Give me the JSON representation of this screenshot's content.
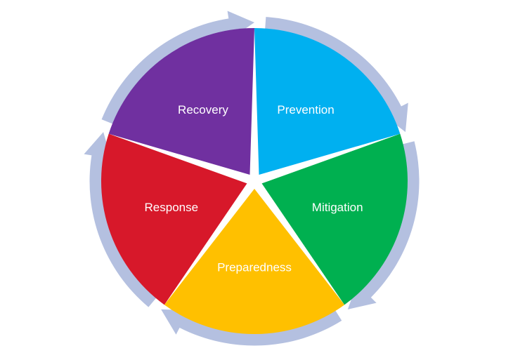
{
  "diagram": {
    "segments": [
      {
        "id": "prevention",
        "label": "Prevention",
        "color": "#00B0F0"
      },
      {
        "id": "mitigation",
        "label": "Mitigation",
        "color": "#00B050"
      },
      {
        "id": "preparedness",
        "label": "Preparedness",
        "color": "#FFC000"
      },
      {
        "id": "response",
        "label": "Response",
        "color": "#D7182A"
      },
      {
        "id": "recovery",
        "label": "Recovery",
        "color": "#7030A0"
      }
    ],
    "arrow_color": "#B4C0E0",
    "direction": "clockwise"
  }
}
